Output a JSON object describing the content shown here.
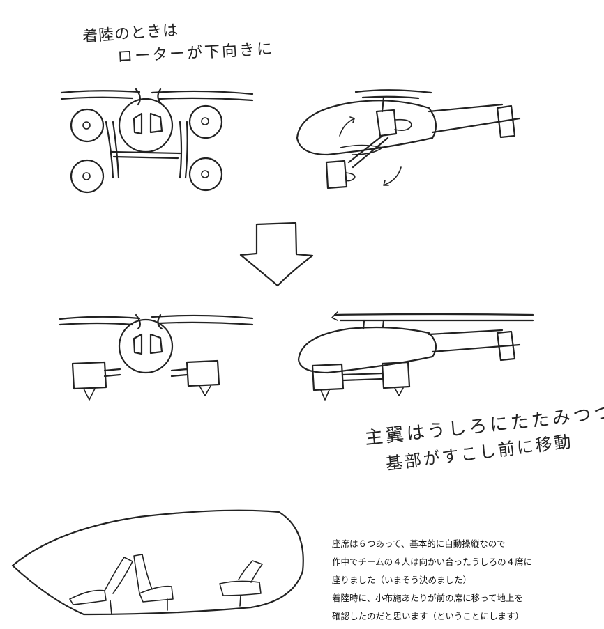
{
  "notes": {
    "landing_line1": "着陸のときは",
    "landing_line2": "ローターが下向きに",
    "wing_line1": "主翼はうしろにたたみつつ",
    "wing_line2": "基部がすこし前に移動"
  },
  "description": [
    "座席は６つあって、基本的に自動操縦なので",
    "作中でチームの４人は向かい合ったうしろの４席に",
    "座りました（いまそう決めました）",
    "着陸時に、小布施あたりが前の席に移って地上を",
    "確認したのだと思います（ということにします）"
  ]
}
